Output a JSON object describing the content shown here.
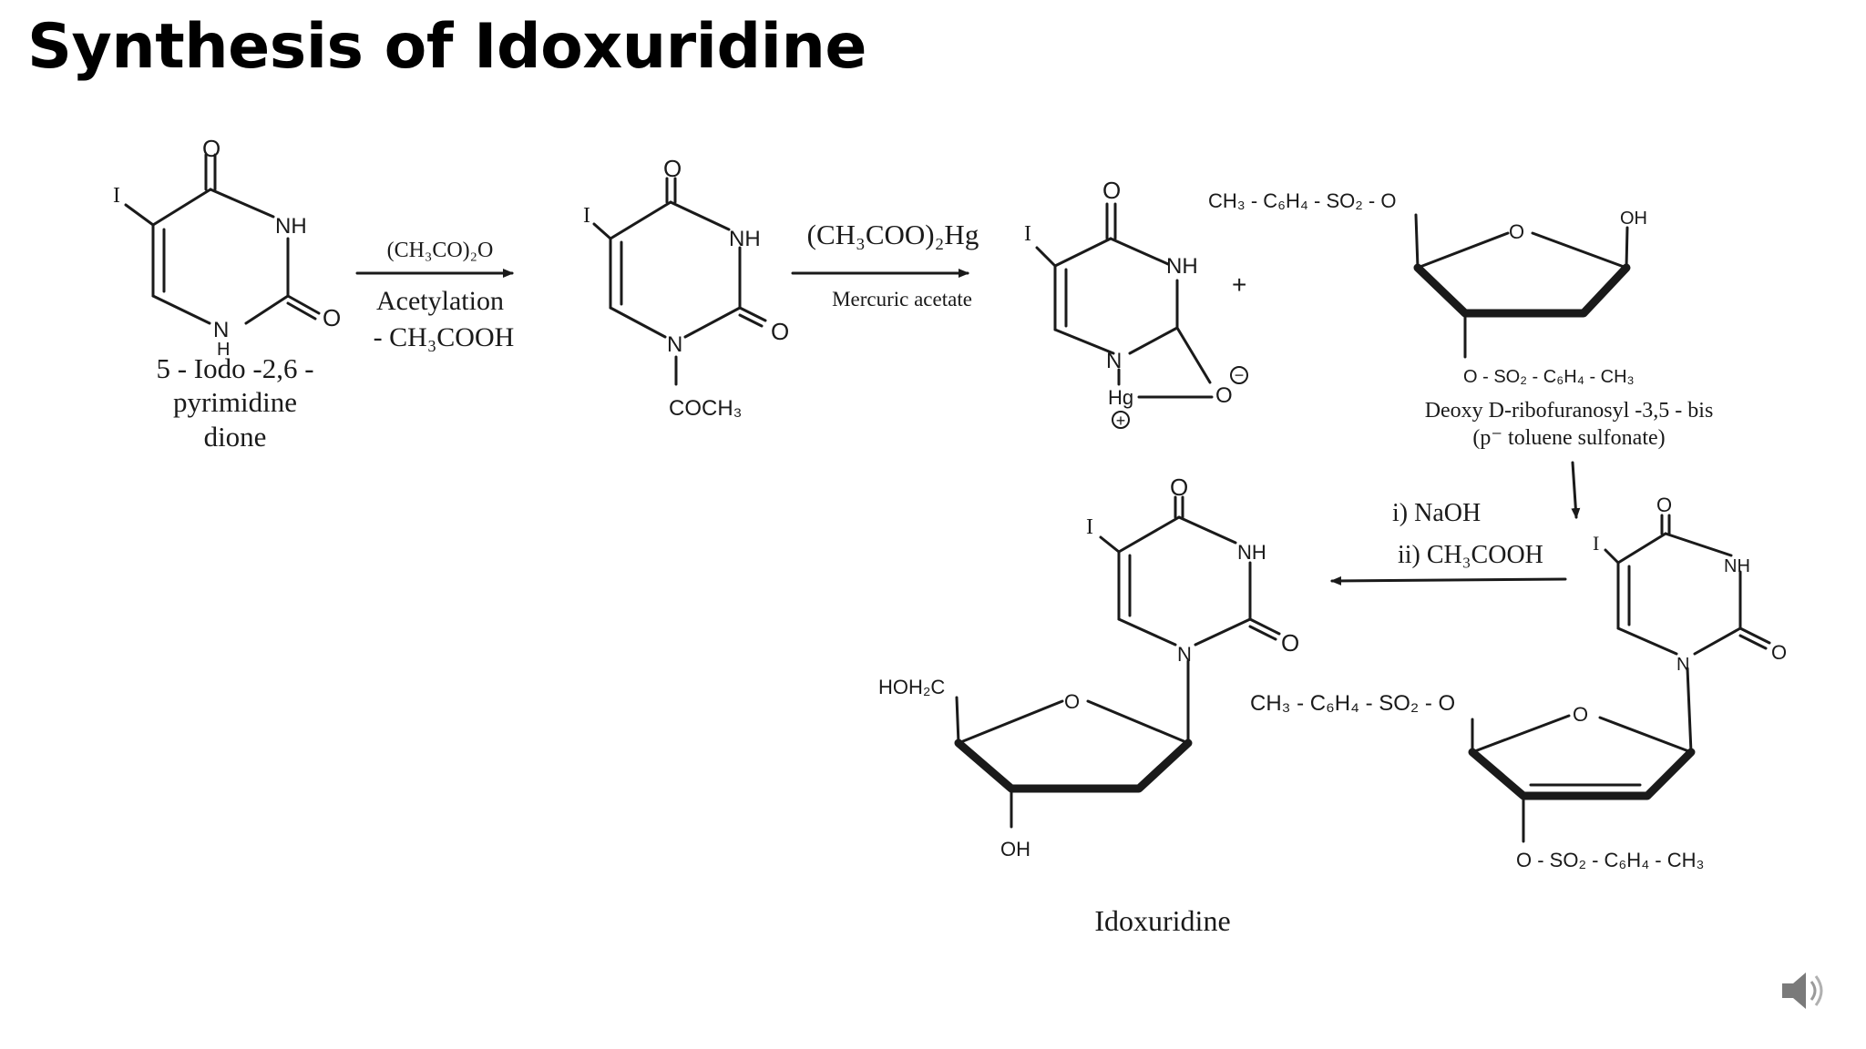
{
  "slide": {
    "title": "Synthesis of Idoxuridine"
  },
  "compound1": {
    "I": "I",
    "O_top": "O",
    "NH": "NH",
    "O_right": "O",
    "N": "N",
    "H": "H",
    "name_line1": "5 - Iodo -2,6 -",
    "name_line2": "pyrimidine",
    "name_line3": "dione"
  },
  "step1": {
    "reagent": "(CH₃CO)₂O",
    "label": "Acetylation",
    "byproduct": "- CH₃COOH"
  },
  "compound2": {
    "I": "I",
    "O_top": "O",
    "NH": "NH",
    "O_right": "O",
    "N": "N",
    "substituent": "COCH₃"
  },
  "step2": {
    "reagent": "(CH₃COO)₂Hg",
    "label": "Mercuric acetate"
  },
  "compound3": {
    "I": "I",
    "O_top": "O",
    "NH": "NH",
    "N": "N",
    "Hg": "Hg",
    "plus_charge": "+",
    "O_minus": "O",
    "minus_charge": "−"
  },
  "plus_sign": "+",
  "sugar": {
    "top_left": "CH₃ - C₆H₄ - SO₂ - O",
    "ring_O": "O",
    "OH": "OH",
    "bottom": "O - SO₂ - C₆H₄ - CH₃",
    "name_line1": "Deoxy D-ribofuranosyl -3,5 - bis",
    "name_line2": "(p⁻ toluene sulfonate)"
  },
  "step4": {
    "reagent1": "i) NaOH",
    "reagent2": "ii) CH₃COOH"
  },
  "intermediate": {
    "I": "I",
    "O_top": "O",
    "NH": "NH",
    "O_right": "O",
    "N": "N",
    "left_group": "CH₃ - C₆H₄ - SO₂ - O",
    "ring_O": "O",
    "bottom": "O - SO₂ - C₆H₄ - CH₃"
  },
  "product": {
    "I": "I",
    "O_top": "O",
    "NH": "NH",
    "O_right": "O",
    "N": "N",
    "HOH2C": "HOH₂C",
    "ring_O": "O",
    "OH": "OH",
    "name": "Idoxuridine"
  },
  "icons": {
    "speaker": "speaker-icon"
  }
}
